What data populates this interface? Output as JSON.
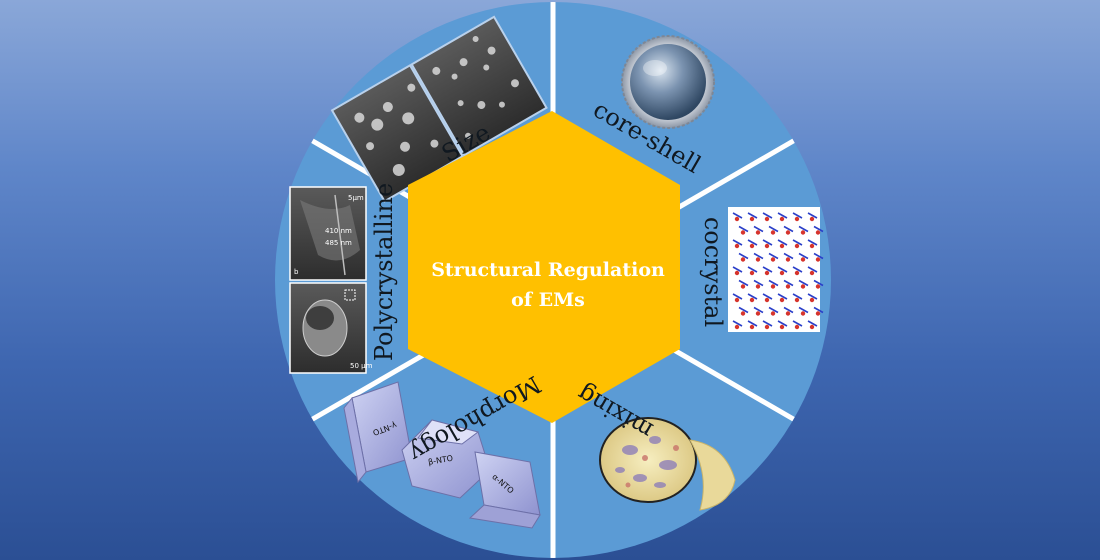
{
  "center": {
    "title_line1": "Structural Regulation",
    "title_line2": "of EMs"
  },
  "segments": {
    "size": "Size",
    "core_shell": "core-shell",
    "cocrystal": "cocrystal",
    "mixing": "mixing",
    "morphology": "Morphology",
    "polycrystalline": "Polycrystalline"
  },
  "images": {
    "poly_top_label": "b",
    "poly_scale_top": "5μm",
    "poly_scale_bottom": "50 μm",
    "poly_measure_1": "410 nm",
    "poly_measure_2": "485 nm",
    "morph_crystal_1": "γ-NTO",
    "morph_crystal_2": "β-NTO",
    "morph_crystal_3": "α-NTO"
  },
  "colors": {
    "circle": "#5b9bd5",
    "hexagon": "#ffc000",
    "divider": "#ffffff"
  }
}
